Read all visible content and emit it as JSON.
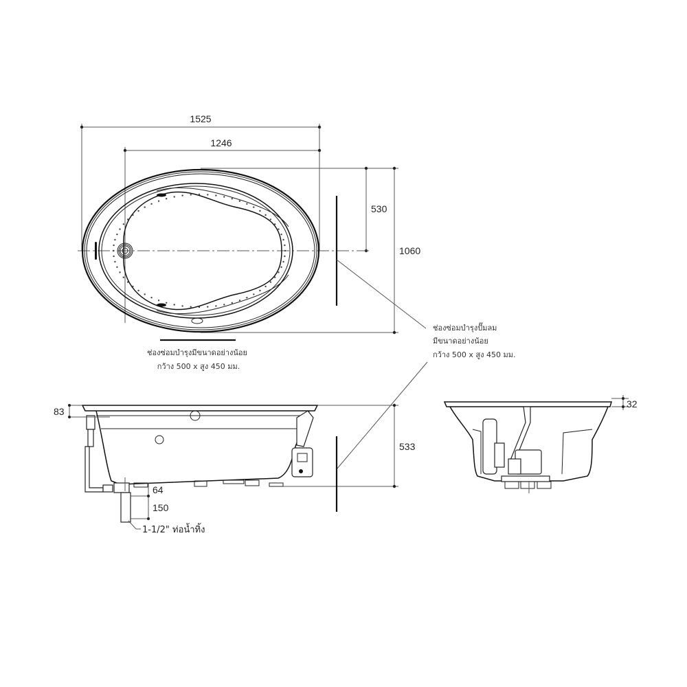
{
  "drawing": {
    "title": "Oval whirlpool bathtub technical drawing",
    "line_color": "#111111",
    "dimension_color": "#555555",
    "background": "#ffffff"
  },
  "top_view": {
    "dimensions": {
      "overall_length": "1525",
      "inner_length": "1246",
      "half_width": "530",
      "overall_width": "1060"
    },
    "note": {
      "line1": "ช่องซ่อมบำรุงมีขนาดอย่างน้อย",
      "line2": "กว้าง 500 x สูง 450 มม."
    }
  },
  "pump_note": {
    "line1": "ช่องซ่อมบำรุงปั๊มลม",
    "line2": "มีขนาดอย่างน้อย",
    "line3": "กว้าง 500 x สูง 450 มม."
  },
  "side_view": {
    "dimensions": {
      "rim_height": "83",
      "overall_height": "533",
      "foot_height": "64",
      "drain_length": "150"
    },
    "drain_label": "1-1/2\" ท่อน้ำทิ้ง"
  },
  "end_view": {
    "dimensions": {
      "rim_thickness": "32"
    }
  }
}
